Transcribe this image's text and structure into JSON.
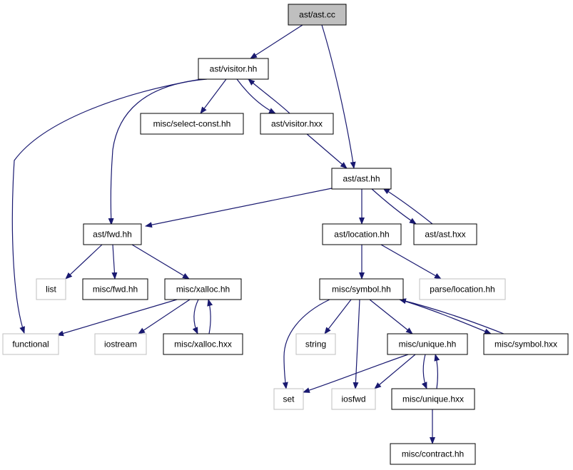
{
  "colors": {
    "edge": "#191970",
    "root_fill": "#bfbfbf",
    "node_border": "#000000",
    "external_border": "#bfbfbf",
    "node_fill": "#ffffff"
  },
  "nodes": {
    "ast_cc": "ast/ast.cc",
    "visitor_hh": "ast/visitor.hh",
    "select_const": "misc/select-const.hh",
    "visitor_hxx": "ast/visitor.hxx",
    "ast_hh": "ast/ast.hh",
    "fwd_hh": "ast/fwd.hh",
    "location_hh": "ast/location.hh",
    "ast_hxx": "ast/ast.hxx",
    "list": "list",
    "misc_fwd": "misc/fwd.hh",
    "xalloc_hh": "misc/xalloc.hh",
    "symbol_hh": "misc/symbol.hh",
    "parse_location": "parse/location.hh",
    "functional": "functional",
    "iostream": "iostream",
    "xalloc_hxx": "misc/xalloc.hxx",
    "string": "string",
    "unique_hh": "misc/unique.hh",
    "symbol_hxx": "misc/symbol.hxx",
    "set": "set",
    "iosfwd": "iosfwd",
    "unique_hxx": "misc/unique.hxx",
    "contract_hh": "misc/contract.hh"
  }
}
